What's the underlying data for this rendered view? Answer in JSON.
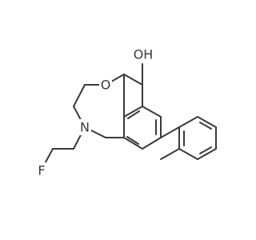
{
  "molecule": {
    "atoms": {
      "hydroxyl": "OH",
      "ring_oxygen": "O",
      "nitrogen": "N",
      "fluorine": "F"
    }
  }
}
